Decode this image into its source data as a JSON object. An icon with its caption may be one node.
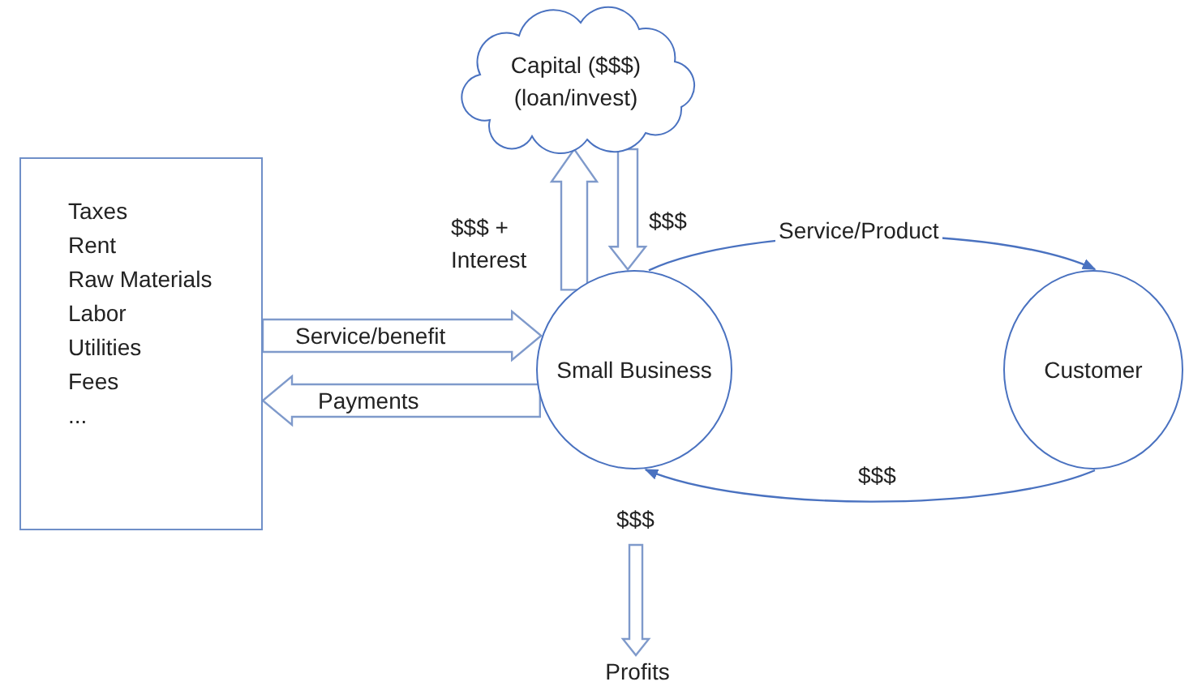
{
  "diagram": {
    "nodes": [
      {
        "text": [
          "Taxes",
          "Rent",
          "Raw Materials",
          "Labor",
          "Utilities",
          "Fees",
          "..."
        ]
      },
      {
        "text": [
          "Capital ($$$) (loan/invest)"
        ]
      },
      {
        "text": [
          "Small Business"
        ]
      },
      {
        "text": [
          "Customer"
        ]
      },
      {
        "text": [
          "Profits"
        ]
      }
    ],
    "edges": [
      {
        "from": 2,
        "to": 1,
        "arrow": "to",
        "label": "$$$ + Interest",
        "style": "thick"
      },
      {
        "from": 1,
        "to": 2,
        "arrow": "to",
        "label": "$$$",
        "style": "thick"
      },
      {
        "from": 0,
        "to": 2,
        "arrow": "to",
        "label": "Service/benefit",
        "style": "thick"
      },
      {
        "from": 2,
        "to": 0,
        "arrow": "to",
        "label": "Payments",
        "style": "thick"
      },
      {
        "from": 2,
        "to": 3,
        "arrow": "to",
        "label": "Service/Product"
      },
      {
        "from": 3,
        "to": 2,
        "arrow": "to",
        "label": "$$$"
      },
      {
        "from": 2,
        "to": 4,
        "arrow": "to",
        "label": "$$$",
        "style": "thick"
      }
    ]
  }
}
